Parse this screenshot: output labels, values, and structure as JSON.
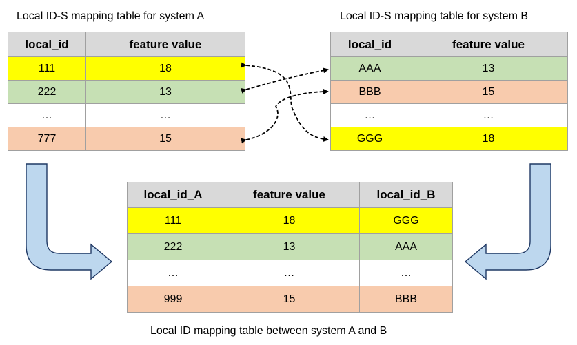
{
  "table_a": {
    "caption": "Local ID-S mapping table for system A",
    "headers": [
      "local_id",
      "feature value"
    ],
    "rows": [
      {
        "color": "yellow",
        "cells": [
          "111",
          "18"
        ]
      },
      {
        "color": "green",
        "cells": [
          "222",
          "13"
        ]
      },
      {
        "color": "white",
        "cells": [
          "…",
          "…"
        ]
      },
      {
        "color": "orange",
        "cells": [
          "777",
          "15"
        ]
      }
    ]
  },
  "table_b": {
    "caption": "Local ID-S mapping table for system B",
    "headers": [
      "local_id",
      "feature value"
    ],
    "rows": [
      {
        "color": "green",
        "cells": [
          "AAA",
          "13"
        ]
      },
      {
        "color": "orange",
        "cells": [
          "BBB",
          "15"
        ]
      },
      {
        "color": "white",
        "cells": [
          "…",
          "…"
        ]
      },
      {
        "color": "yellow",
        "cells": [
          "GGG",
          "18"
        ]
      }
    ]
  },
  "table_ab": {
    "caption": "Local ID mapping table between system A and B",
    "headers": [
      "local_id_A",
      "feature value",
      "local_id_B"
    ],
    "rows": [
      {
        "color": "yellow",
        "cells": [
          "111",
          "18",
          "GGG"
        ]
      },
      {
        "color": "green",
        "cells": [
          "222",
          "13",
          "AAA"
        ]
      },
      {
        "color": "white",
        "cells": [
          "…",
          "…",
          "…"
        ]
      },
      {
        "color": "orange",
        "cells": [
          "999",
          "15",
          "BBB"
        ]
      }
    ]
  },
  "colors": {
    "yellow": "#ffff00",
    "green": "#c6e0b4",
    "orange": "#f8cbad",
    "header": "#d9d9d9",
    "arrow_fill": "#bdd7ee",
    "arrow_stroke": "#1f3864"
  }
}
